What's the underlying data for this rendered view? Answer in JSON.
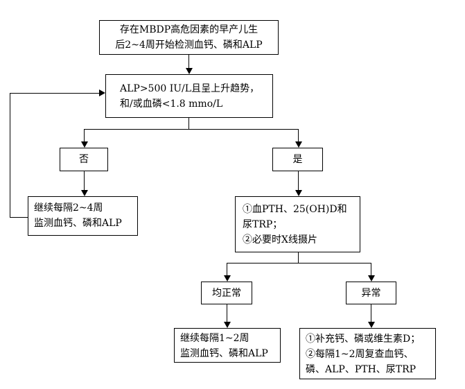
{
  "nodes": {
    "start": {
      "line1": "存在MBDP高危因素的早产儿生",
      "line2": "后2~4周开始检测血钙、磷和ALP"
    },
    "criteria": {
      "line1": "ALP>500 IU/L且呈上升趋势，",
      "line2": "和/或血磷<1.8 mmo/L"
    },
    "no": {
      "label": "否"
    },
    "yes": {
      "label": "是"
    },
    "monitor": {
      "line1": "继续每隔2~4周",
      "line2": "监测血钙、磷和ALP"
    },
    "tests": {
      "line1": "①血PTH、25(OH)D和",
      "line2": "尿TRP；",
      "line3": "②必要时X线摄片"
    },
    "normal": {
      "label": "均正常"
    },
    "abnormal": {
      "label": "异常"
    },
    "monitor2": {
      "line1": "继续每隔1~2周",
      "line2": "监测血钙、磷和ALP"
    },
    "treat": {
      "line1": "①补充钙、磷或维生素D；",
      "line2": "②每隔1~2周复查血钙、",
      "line3": "磷、ALP、PTH、尿TRP"
    }
  }
}
